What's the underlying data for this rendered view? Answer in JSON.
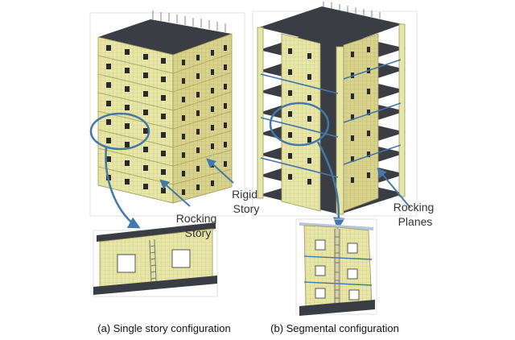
{
  "figure": {
    "labels": {
      "rocking_story": [
        "Rocking",
        "Story"
      ],
      "rigid_story": [
        "Rigid",
        "Story"
      ],
      "rocking_planes": [
        "Rocking",
        "Planes"
      ]
    },
    "captions": {
      "left": "(a) Single story configuration",
      "right": "(b) Segmental configuration"
    }
  },
  "colors": {
    "panel": "#ecebb2",
    "panel_dark": "#d8d58f",
    "panel_side": "#c9c47e",
    "window": "#2a2a2a",
    "roof": "#3a3d44",
    "callout_blue": "#4477aa",
    "frame": "#e2e2e2"
  }
}
